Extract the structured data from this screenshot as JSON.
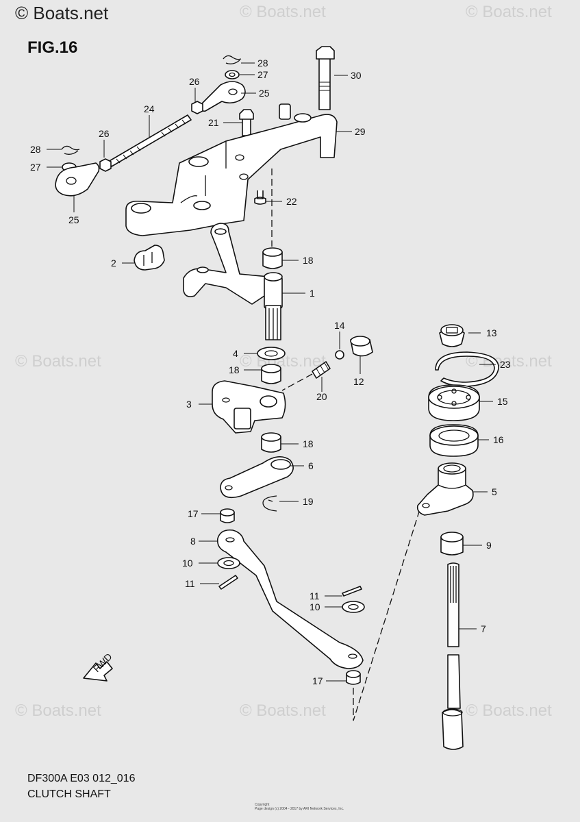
{
  "watermark": "© Boats.net",
  "figure_label": "FIG.16",
  "model_code": "DF300A E03 012_016",
  "section_title": "CLUTCH SHAFT",
  "fwd_label": "FWD",
  "copyright_line1": "Copyright",
  "copyright_line2": "Page design (c) 2004 - 2017 by ARI Network Services, Inc.",
  "callouts": {
    "c28a": "28",
    "c27a": "27",
    "c25a": "25",
    "c30": "30",
    "c26a": "26",
    "c24": "24",
    "c21": "21",
    "c29": "29",
    "c26b": "26",
    "c28b": "28",
    "c27b": "27",
    "c25b": "25",
    "c22": "22",
    "c18a": "18",
    "c2": "2",
    "c1": "1",
    "c14": "14",
    "c13": "13",
    "c4": "4",
    "c18b": "18",
    "c12": "12",
    "c23": "23",
    "c20": "20",
    "c3": "3",
    "c15": "15",
    "c16": "16",
    "c18c": "18",
    "c6": "6",
    "c5": "5",
    "c19": "19",
    "c17a": "17",
    "c9": "9",
    "c8": "8",
    "c10a": "10",
    "c11a": "11",
    "c7": "7",
    "c11b": "11",
    "c10b": "10",
    "c17b": "17"
  }
}
